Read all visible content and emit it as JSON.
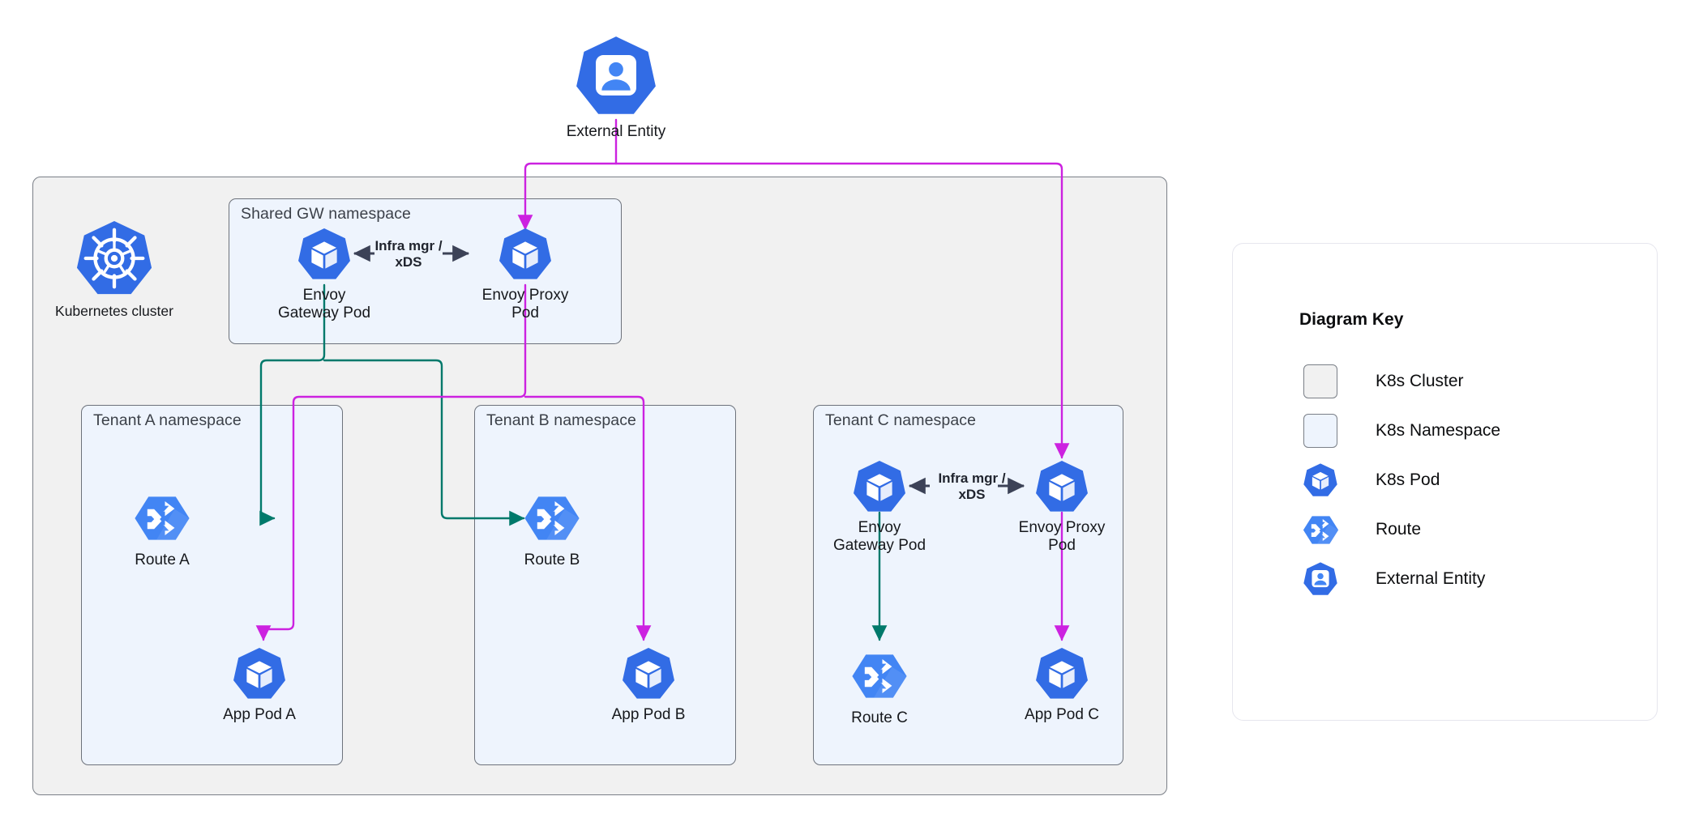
{
  "diagram": {
    "title": "Envoy Gateway multi-tenant Kubernetes topology",
    "colors": {
      "pod_blue": "#326ce5",
      "route_blue": "#4285f4",
      "cluster_fill": "#f1f1f1",
      "namespace_fill": "#eef4fd",
      "edge_green": "#00796b",
      "edge_magenta": "#cc22e0",
      "infra_arrow": "#3c4257"
    }
  },
  "external": {
    "label": "External Entity",
    "icon": "external-entity-icon"
  },
  "cluster": {
    "logo_label": "Kubernetes cluster",
    "logo_icon": "kubernetes-helm-icon"
  },
  "namespaces": [
    {
      "id": "shared-gw",
      "label": "Shared GW namespace",
      "infra_label": "Infra mgr /\nxDS",
      "nodes": [
        {
          "id": "shared-gateway-pod",
          "label": "Envoy\nGateway Pod",
          "icon": "k8s-pod-icon"
        },
        {
          "id": "shared-proxy-pod",
          "label": "Envoy Proxy\nPod",
          "icon": "k8s-pod-icon"
        }
      ]
    },
    {
      "id": "tenant-a",
      "label": "Tenant A namespace",
      "nodes": [
        {
          "id": "route-a",
          "label": "Route A",
          "icon": "route-icon"
        },
        {
          "id": "app-pod-a",
          "label": "App Pod A",
          "icon": "k8s-pod-icon"
        }
      ]
    },
    {
      "id": "tenant-b",
      "label": "Tenant B namespace",
      "nodes": [
        {
          "id": "route-b",
          "label": "Route B",
          "icon": "route-icon"
        },
        {
          "id": "app-pod-b",
          "label": "App Pod B",
          "icon": "k8s-pod-icon"
        }
      ]
    },
    {
      "id": "tenant-c",
      "label": "Tenant C namespace",
      "infra_label": "Infra mgr /\nxDS",
      "nodes": [
        {
          "id": "tenant-c-gateway-pod",
          "label": "Envoy\nGateway Pod",
          "icon": "k8s-pod-icon"
        },
        {
          "id": "tenant-c-proxy-pod",
          "label": "Envoy Proxy\nPod",
          "icon": "k8s-pod-icon"
        },
        {
          "id": "route-c",
          "label": "Route C",
          "icon": "route-icon"
        },
        {
          "id": "app-pod-c",
          "label": "App Pod C",
          "icon": "k8s-pod-icon"
        }
      ]
    }
  ],
  "edges": [
    {
      "from": "external-entity",
      "to": "shared-proxy-pod",
      "color": "#cc22e0",
      "kind": "traffic"
    },
    {
      "from": "external-entity",
      "to": "tenant-c-proxy-pod",
      "color": "#cc22e0",
      "kind": "traffic"
    },
    {
      "from": "shared-gateway-pod",
      "to": "route-a",
      "color": "#00796b",
      "kind": "config"
    },
    {
      "from": "shared-gateway-pod",
      "to": "route-b",
      "color": "#00796b",
      "kind": "config"
    },
    {
      "from": "shared-proxy-pod",
      "to": "app-pod-a",
      "color": "#cc22e0",
      "kind": "traffic"
    },
    {
      "from": "shared-proxy-pod",
      "to": "app-pod-b",
      "color": "#cc22e0",
      "kind": "traffic"
    },
    {
      "from": "tenant-c-gateway-pod",
      "to": "route-c",
      "color": "#00796b",
      "kind": "config"
    },
    {
      "from": "tenant-c-proxy-pod",
      "to": "app-pod-c",
      "color": "#cc22e0",
      "kind": "traffic"
    },
    {
      "from": "shared-gateway-pod",
      "to": "shared-proxy-pod",
      "color": "#3c4257",
      "kind": "infra-mgr-xds",
      "label": "Infra mgr / xDS"
    },
    {
      "from": "tenant-c-gateway-pod",
      "to": "tenant-c-proxy-pod",
      "color": "#3c4257",
      "kind": "infra-mgr-xds",
      "label": "Infra mgr / xDS"
    }
  ],
  "legend": {
    "title": "Diagram Key",
    "items": [
      {
        "label": "K8s Cluster",
        "icon": "cluster-swatch"
      },
      {
        "label": "K8s Namespace",
        "icon": "namespace-swatch"
      },
      {
        "label": "K8s Pod",
        "icon": "k8s-pod-icon"
      },
      {
        "label": "Route",
        "icon": "route-icon"
      },
      {
        "label": "External Entity",
        "icon": "external-entity-icon"
      }
    ]
  }
}
